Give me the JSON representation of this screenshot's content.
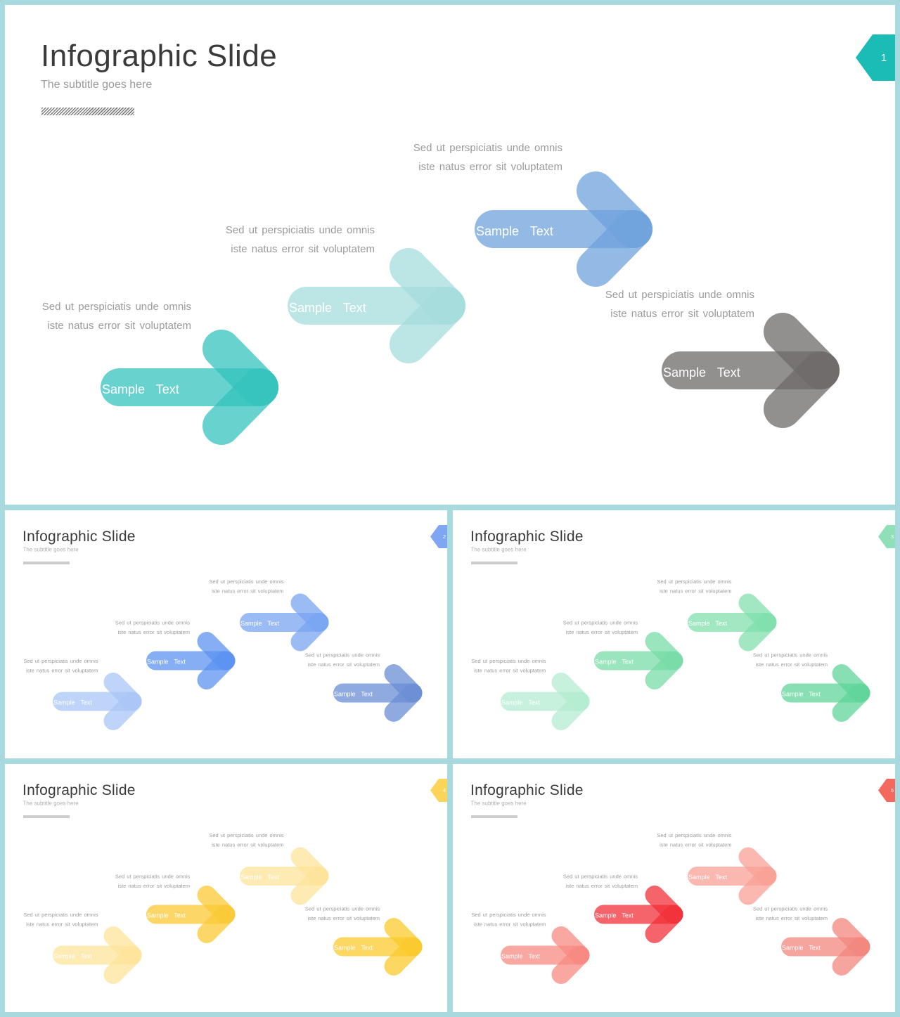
{
  "slides": [
    {
      "id": "1",
      "title": "Infographic Slide",
      "subtitle": "The subtitle goes here",
      "page_number": "1",
      "tab_color": "#1abcb5",
      "arrows": [
        {
          "label": "Sample  Text",
          "description": "Sed ut perspiciatis  unde omnis iste natus error sit voluptatem",
          "color": "#34c3bd"
        },
        {
          "label": "Sample  Text",
          "description": "Sed ut perspiciatis  unde omnis iste natus error sit voluptatem",
          "color": "#a6dcdc"
        },
        {
          "label": "Sample  Text",
          "description": "Sed ut perspiciatis  unde omnis iste natus error sit voluptatem",
          "color": "#6fa2dc"
        },
        {
          "label": "Sample  Text",
          "description": "Sed ut perspiciatis  unde omnis iste natus error sit voluptatem",
          "color": "#6e6a6a"
        }
      ]
    },
    {
      "id": "2",
      "title": "Infographic Slide",
      "subtitle": "The subtitle goes here",
      "page_number": "2",
      "tab_color": "#7ea6f2",
      "arrows": [
        {
          "label": "Sample  Text",
          "description": "Sed ut perspiciatis  unde omnis iste natus error sit voluptatem",
          "color": "#a9c5f7"
        },
        {
          "label": "Sample  Text",
          "description": "Sed ut perspiciatis  unde omnis iste natus error sit voluptatem",
          "color": "#5c93f0"
        },
        {
          "label": "Sample  Text",
          "description": "Sed ut perspiciatis  unde omnis iste natus error sit voluptatem",
          "color": "#79a4f2"
        },
        {
          "label": "Sample  Text",
          "description": "Sed ut perspiciatis  unde omnis iste natus error sit voluptatem",
          "color": "#6a8ed4"
        }
      ]
    },
    {
      "id": "3",
      "title": "Infographic Slide",
      "subtitle": "The subtitle goes here",
      "page_number": "3",
      "tab_color": "#8fe0b8",
      "arrows": [
        {
          "label": "Sample  Text",
          "description": "Sed ut perspiciatis  unde omnis iste natus error sit voluptatem",
          "color": "#b4ecd0"
        },
        {
          "label": "Sample  Text",
          "description": "Sed ut perspiciatis  unde omnis iste natus error sit voluptatem",
          "color": "#78dca8"
        },
        {
          "label": "Sample  Text",
          "description": "Sed ut perspiciatis  unde omnis iste natus error sit voluptatem",
          "color": "#80dfae"
        },
        {
          "label": "Sample  Text",
          "description": "Sed ut perspiciatis  unde omnis iste natus error sit voluptatem",
          "color": "#5fd49a"
        }
      ]
    },
    {
      "id": "4",
      "title": "Infographic Slide",
      "subtitle": "The subtitle goes here",
      "page_number": "4",
      "tab_color": "#fcd45a",
      "arrows": [
        {
          "label": "Sample  Text",
          "description": "Sed ut perspiciatis  unde omnis iste natus error sit voluptatem",
          "color": "#fde49a"
        },
        {
          "label": "Sample  Text",
          "description": "Sed ut perspiciatis  unde omnis iste natus error sit voluptatem",
          "color": "#fbc935"
        },
        {
          "label": "Sample  Text",
          "description": "Sed ut perspiciatis  unde omnis iste natus error sit voluptatem",
          "color": "#fde39a"
        },
        {
          "label": "Sample  Text",
          "description": "Sed ut perspiciatis  unde omnis iste natus error sit voluptatem",
          "color": "#fbca2c"
        }
      ]
    },
    {
      "id": "5",
      "title": "Infographic Slide",
      "subtitle": "The subtitle goes here",
      "page_number": "5",
      "tab_color": "#f4685e",
      "arrows": [
        {
          "label": "Sample  Text",
          "description": "Sed ut perspiciatis  unde omnis iste natus error sit voluptatem",
          "color": "#f78a82"
        },
        {
          "label": "Sample  Text",
          "description": "Sed ut perspiciatis  unde omnis iste natus error sit voluptatem",
          "color": "#f2303a"
        },
        {
          "label": "Sample  Text",
          "description": "Sed ut perspiciatis  unde omnis iste natus error sit voluptatem",
          "color": "#f8a095"
        },
        {
          "label": "Sample  Text",
          "description": "Sed ut perspiciatis  unde omnis iste natus error sit voluptatem",
          "color": "#f2877e"
        }
      ]
    }
  ]
}
